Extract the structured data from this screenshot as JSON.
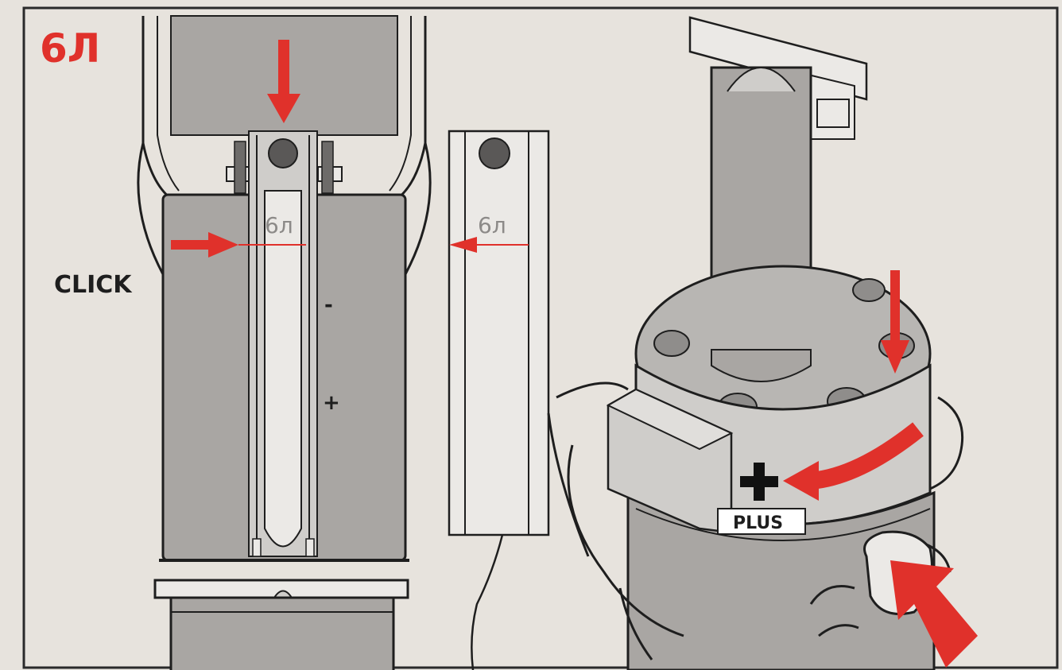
{
  "labels": {
    "title": "6Л",
    "click": "CLICK",
    "mark_left": "6л",
    "mark_right": "6л",
    "minus": "-",
    "plus_sign": "+",
    "plus_label": "PLUS"
  },
  "colors": {
    "background": "#e7e3dd",
    "accent_red": "#e0312b",
    "device_gray": "#a9a6a3",
    "light_gray": "#cfcdca",
    "pale": "#ebe9e6",
    "line": "#1e1e1e",
    "mark_text": "#8c8a88"
  },
  "icons": {
    "dot": "round-indicator-dot",
    "arrow": "red-arrow"
  }
}
